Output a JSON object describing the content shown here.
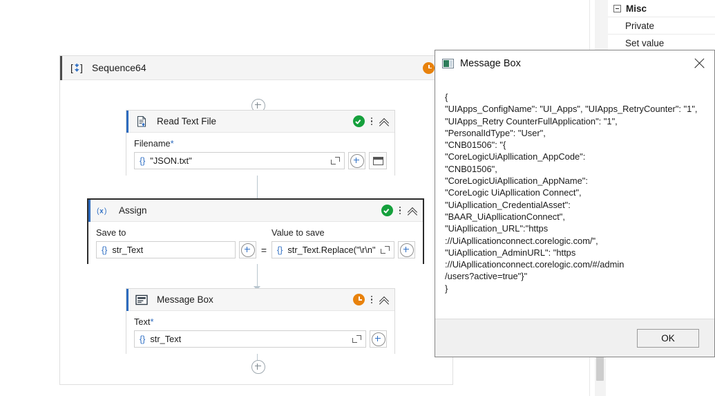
{
  "properties_panel": {
    "group_label": "Misc",
    "rows": [
      "Private",
      "Set value"
    ]
  },
  "sequence": {
    "title": "Sequence64",
    "icon": "sequence-icon",
    "status_icon": "clock-icon",
    "menu_icon": "kebab-menu-icon"
  },
  "activities": [
    {
      "title": "Read Text File",
      "icon": "read-text-file-icon",
      "status_icon": "check-icon",
      "selected": false,
      "field_label": "Filename",
      "required": "*",
      "value": "\"JSON.txt\"",
      "has_folder_button": true
    },
    {
      "title": "Assign",
      "icon": "assign-icon",
      "status_icon": "check-icon",
      "selected": true,
      "left_label": "Save to",
      "left_value": "str_Text",
      "operator": "=",
      "right_label": "Value to save",
      "right_value": "str_Text.Replace(\"\\r\\n\""
    },
    {
      "title": "Message Box",
      "icon": "message-box-icon",
      "status_icon": "clock-icon",
      "selected": false,
      "field_label": "Text",
      "required": "*",
      "value": "str_Text",
      "has_folder_button": false
    }
  ],
  "dialog": {
    "title": "Message Box",
    "app_icon": "message-box-app-icon",
    "close_icon": "close-icon",
    "message": "{\n\"UIApps_ConfigName\": \"UI_Apps\", \"UIApps_RetryCounter\": \"1\",\n\"UIApps_Retry CounterFullApplication\": \"1\",\n\"PersonalIdType\": \"User\",\n\"CNB01506\": \"{\n\"CoreLogicUiApllication_AppCode\":\n\"CNB01506\",\n\"CoreLogicUiApllication_AppName\":\n\"CoreLogic UiApllication Connect\",\n\"UiApllication_CredentialAsset\":\n\"BAAR_UiApllicationConnect\",\n\"UiApllication_URL\":\"https\n://UiApllicationconnect.corelogic.com/\",\n\"UiApllication_AdminURL\": \"https\n://UiApllicationconnect.corelogic.com/#/admin\n/users?active=true\"}\"\n}",
    "ok_label": "OK"
  },
  "colors": {
    "accent_blue": "#2d6bbf",
    "success_green": "#15a03c",
    "pending_orange": "#e8820c",
    "selected_border": "#2b2b2b"
  }
}
